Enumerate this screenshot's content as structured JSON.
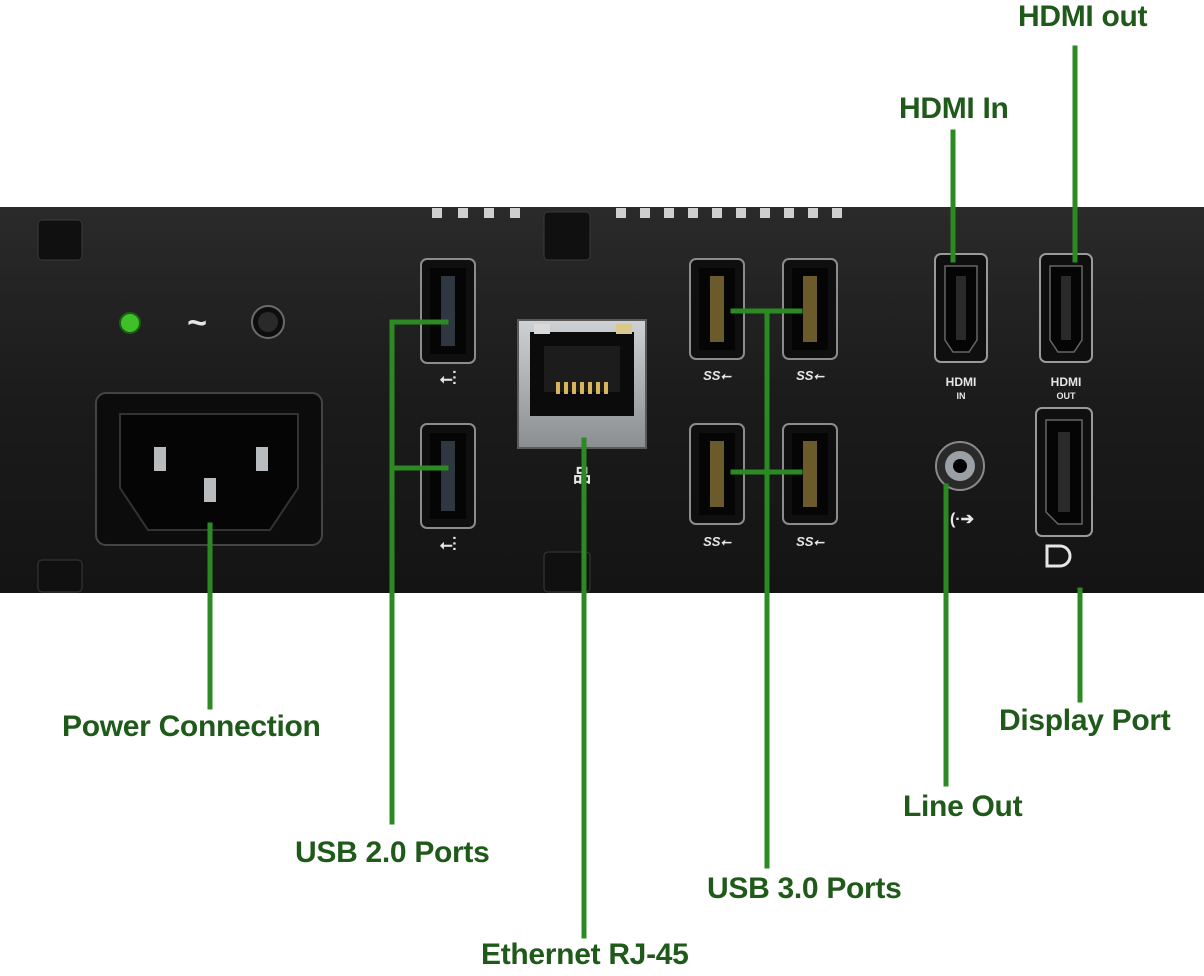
{
  "colors": {
    "leader": "#2b8a22",
    "label": "#1f5a1a",
    "chassis": "#1d1d1d",
    "led": "#3fbf2a"
  },
  "labels": {
    "hdmi_out": "HDMI out",
    "hdmi_in": "HDMI In",
    "power": "Power Connection",
    "display_port": "Display Port",
    "line_out": "Line Out",
    "usb2": "USB 2.0 Ports",
    "usb3": "USB 3.0 Ports",
    "ethernet": "Ethernet RJ-45"
  },
  "markings": {
    "power_symbol": "~",
    "hdmi": "HDMI",
    "in": "IN",
    "out": "OUT"
  },
  "icons": [
    "power-led-icon",
    "ac-symbol-icon",
    "power-button-icon",
    "usb-symbol-icon",
    "ss-usb-symbol-icon",
    "network-symbol-icon",
    "headphone-symbol-icon",
    "displayport-symbol-icon"
  ]
}
